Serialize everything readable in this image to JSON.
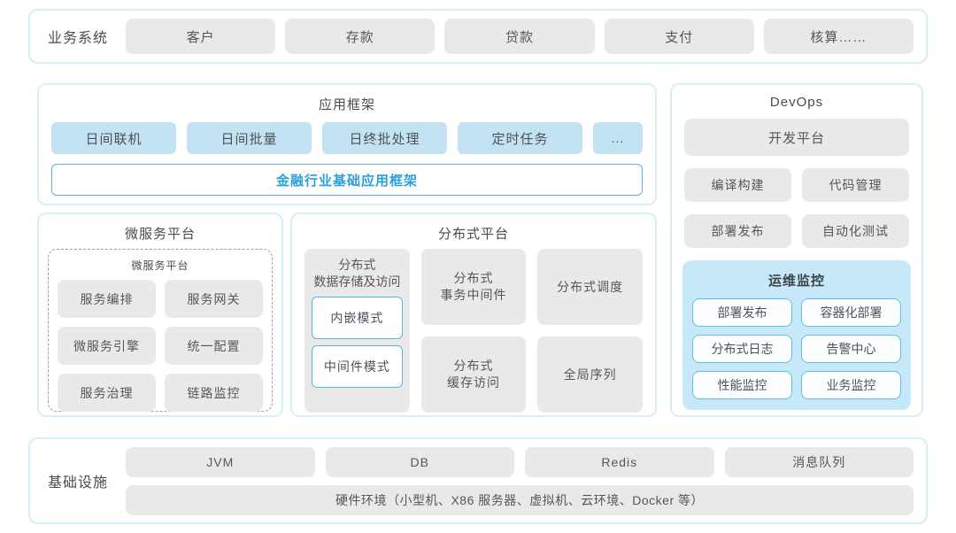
{
  "colors": {
    "panel_border": "#d9eef6",
    "gray_fill": "#e9e9e9",
    "light_blue_fill": "#c3e2f3",
    "monitor_bg": "#c7e8f8",
    "blue_border": "#56b4dc",
    "blue_text": "#2b9fd8",
    "text": "#555555"
  },
  "business": {
    "label": "业务系统",
    "items": [
      "客户",
      "存款",
      "贷款",
      "支付",
      "核算……"
    ]
  },
  "app_framework": {
    "title": "应用框架",
    "items": [
      "日间联机",
      "日间批量",
      "日终批处理",
      "定时任务",
      "..."
    ],
    "base_bar": "金融行业基础应用框架"
  },
  "devops": {
    "title": "DevOps",
    "platform": "开发平台",
    "items": [
      "编译构建",
      "代码管理",
      "部署发布",
      "自动化测试"
    ],
    "monitor": {
      "title": "运维监控",
      "items": [
        "部署发布",
        "容器化部署",
        "分布式日志",
        "告警中心",
        "性能监控",
        "业务监控"
      ]
    }
  },
  "microservice": {
    "title": "微服务平台",
    "inner_title": "微服务平台",
    "items": [
      "服务编排",
      "服务网关",
      "微服务引擎",
      "统一配置",
      "服务治理",
      "链路监控"
    ]
  },
  "distributed": {
    "title": "分布式平台",
    "storage": {
      "title": "分布式\n数据存储及访问",
      "modes": [
        "内嵌模式",
        "中间件模式"
      ]
    },
    "transaction": "分布式\n事务中间件",
    "cache": "分布式\n缓存访问",
    "schedule": "分布式调度",
    "sequence": "全局序列"
  },
  "infrastructure": {
    "label": "基础设施",
    "items": [
      "JVM",
      "DB",
      "Redis",
      "消息队列"
    ],
    "hardware": "硬件环境（小型机、X86 服务器、虚拟机、云环境、Docker 等）"
  }
}
